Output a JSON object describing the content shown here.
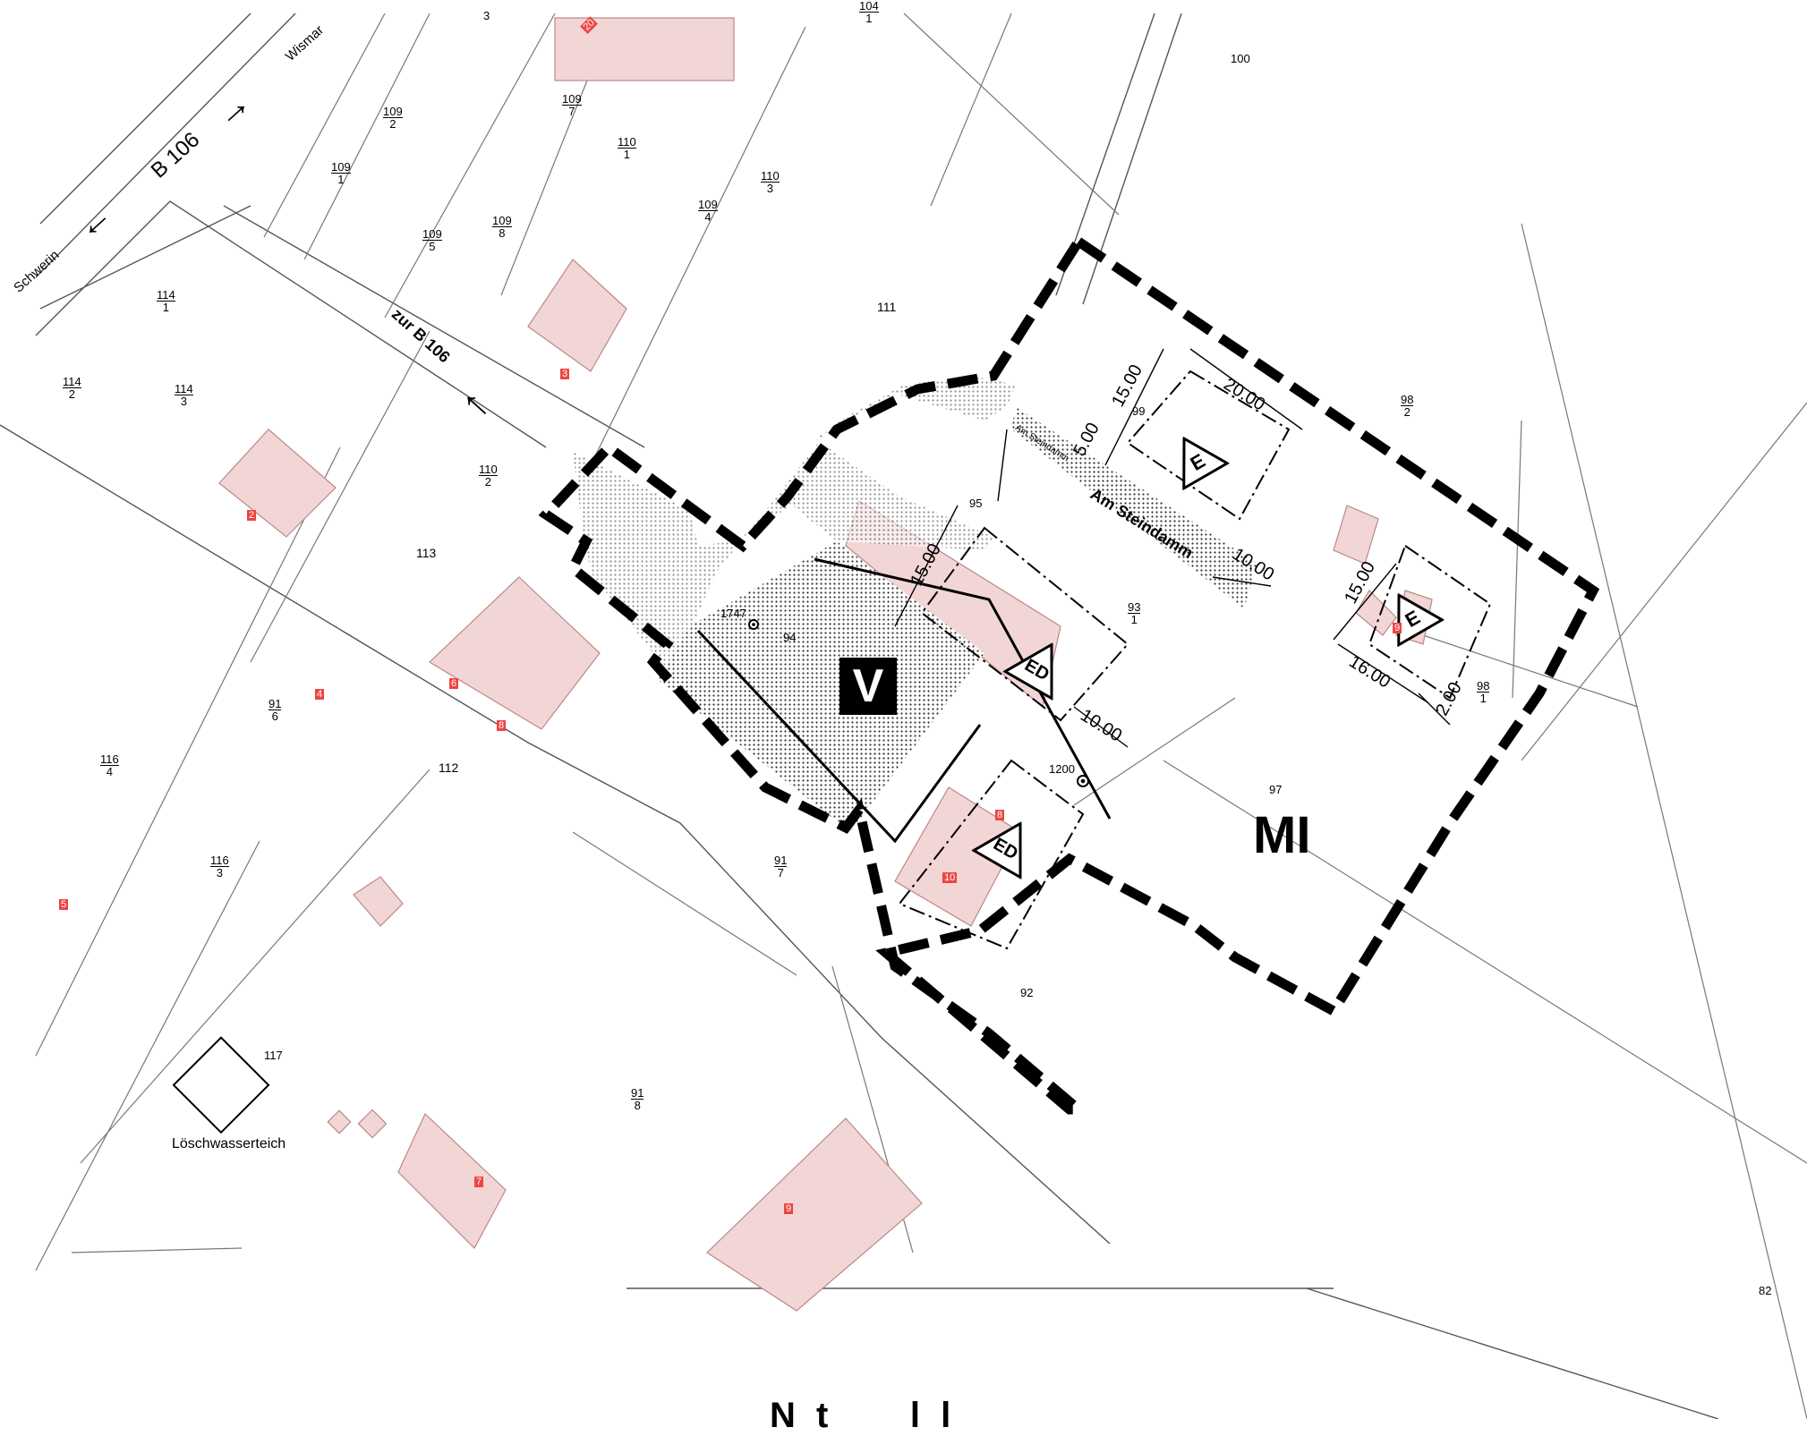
{
  "roads": {
    "b106": "B 106",
    "schwerin": "Schwerin",
    "wismar": "Wismar",
    "zur_b106": "zur B 106",
    "am_steindamm": "Am Steindamm",
    "am_steindamm_small": "Am Steindamm"
  },
  "zones": {
    "mi": "MI",
    "v": "V",
    "e": "E",
    "ed": "ED"
  },
  "labels": {
    "loeschwasserteich": "Löschwasserteich",
    "footer_partial": "N t     l l"
  },
  "fractions": [
    {
      "top": "109",
      "bottom": "2"
    },
    {
      "top": "109",
      "bottom": "7"
    },
    {
      "top": "110",
      "bottom": "1"
    },
    {
      "top": "109",
      "bottom": "1"
    },
    {
      "top": "110",
      "bottom": "3"
    },
    {
      "top": "109",
      "bottom": "4"
    },
    {
      "top": "109",
      "bottom": "5"
    },
    {
      "top": "109",
      "bottom": "8"
    },
    {
      "top": "114",
      "bottom": "1"
    },
    {
      "top": "114",
      "bottom": "2"
    },
    {
      "top": "114",
      "bottom": "3"
    },
    {
      "top": "110",
      "bottom": "2"
    },
    {
      "top": "98",
      "bottom": "2"
    },
    {
      "top": "93",
      "bottom": "1"
    },
    {
      "top": "98",
      "bottom": "1"
    },
    {
      "top": "91",
      "bottom": "6"
    },
    {
      "top": "116",
      "bottom": "4"
    },
    {
      "top": "116",
      "bottom": "3"
    },
    {
      "top": "91",
      "bottom": "7"
    },
    {
      "top": "91",
      "bottom": "8"
    },
    {
      "top": "104",
      "bottom": "1"
    }
  ],
  "parcels": {
    "p3": "3",
    "p100": "100",
    "p111": "111",
    "p113": "113",
    "p112": "112",
    "p99": "99",
    "p95": "95",
    "p94": "94",
    "p97": "97",
    "p92": "92",
    "p117": "117",
    "p82": "82",
    "p1747": "1747",
    "p1200": "1200"
  },
  "house_numbers": {
    "h20": "20",
    "h3": "3",
    "h2": "2",
    "h4": "4",
    "h6": "6",
    "h8": "8",
    "h5": "5",
    "h9": "9",
    "h8b": "8",
    "h10": "10",
    "h7": "7",
    "h9b": "9"
  },
  "dimensions": {
    "d_20": "20.00",
    "d_15a": "15.00",
    "d_5": "5.00",
    "d_15b": "15.00",
    "d_10a": "10.00",
    "d_10b": "10.00",
    "d_15c": "15.00",
    "d_16": "16.00",
    "d_2": "2.00"
  },
  "colors": {
    "building_fill": "#f2d6d6",
    "house_badge": "#e44444",
    "boundary": "#000000"
  }
}
